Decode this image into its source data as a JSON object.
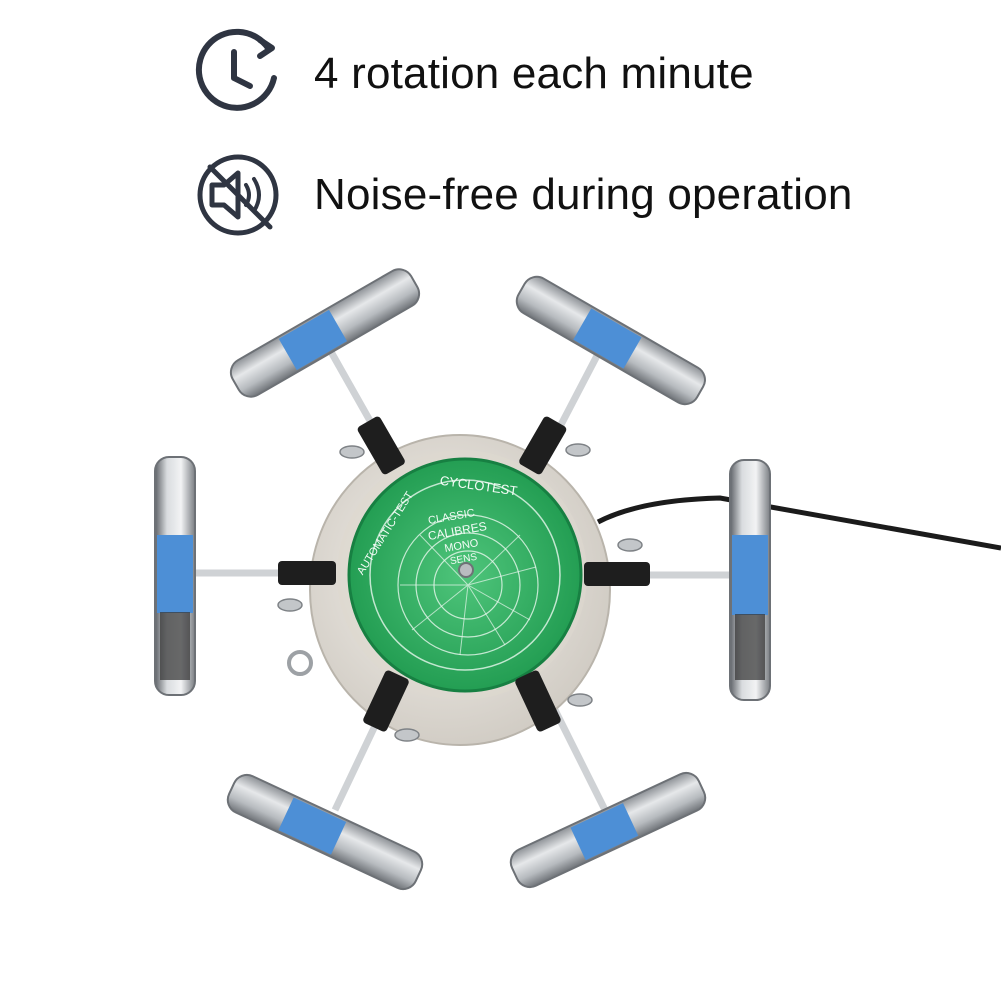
{
  "features": [
    {
      "icon": "clock-rotation-icon",
      "text": "4 rotation each minute"
    },
    {
      "icon": "muted-speaker-icon",
      "text": "Noise-free during operation"
    }
  ],
  "product": {
    "dial_top": "CYCLOTEST",
    "dial_left": "AUTOMATIC-TEST",
    "dial_center": [
      "CLASSIC",
      "CALIBRES",
      "MONO",
      "SENS"
    ]
  },
  "colors": {
    "dial_green": "#2fb061",
    "pad_blue": "#4d8fd6",
    "steel": "#c9ccd0",
    "icon_dark": "#2f3542"
  }
}
